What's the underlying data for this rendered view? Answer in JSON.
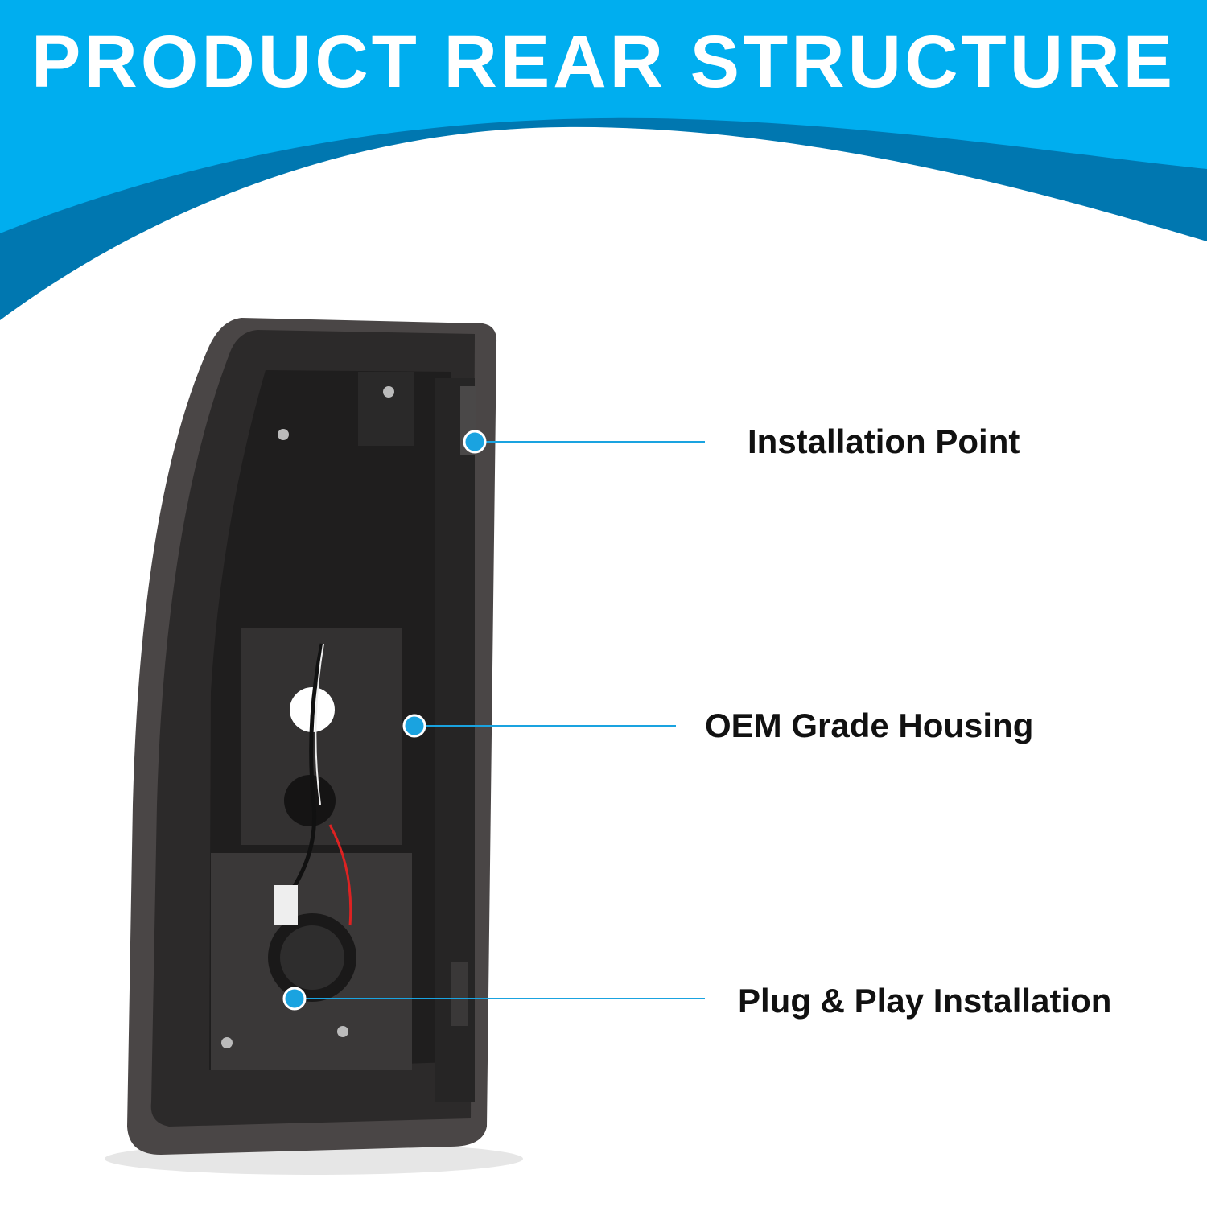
{
  "header": {
    "title": "PRODUCT REAR STRUCTURE"
  },
  "callouts": [
    {
      "label": "Installation Point"
    },
    {
      "label": "OEM Grade Housing"
    },
    {
      "label": "Plug & Play Installation"
    }
  ],
  "colors": {
    "header_blue": "#00aeef",
    "band_blue": "#0077b0",
    "callout_line": "#1aa3e0",
    "text": "#111111"
  }
}
